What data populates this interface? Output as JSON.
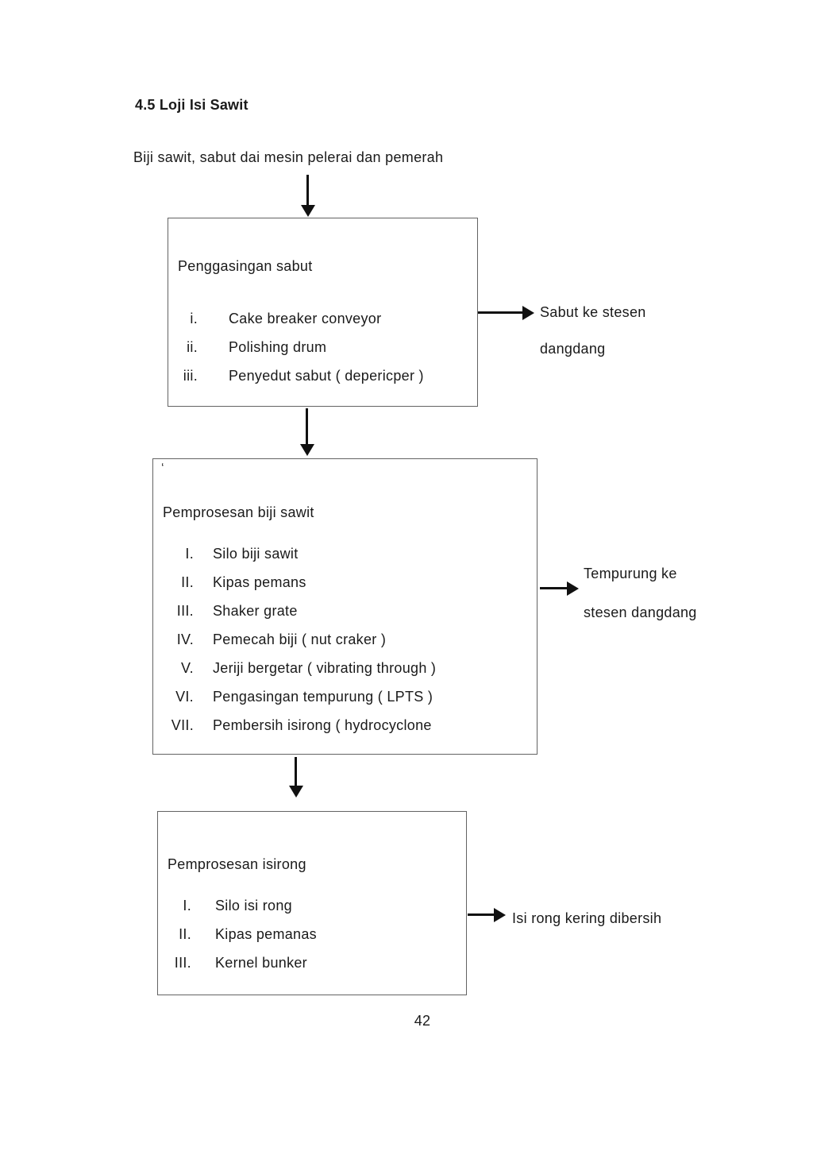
{
  "page": {
    "heading": "4.5 Loji Isi Sawit",
    "intro": "Biji sawit, sabut dai mesin pelerai dan pemerah",
    "page_number": "42"
  },
  "colors": {
    "text": "#1a1a1a",
    "box_border": "#636363",
    "arrow": "#111111",
    "background": "#ffffff"
  },
  "box1": {
    "title": "Penggasingan sabut",
    "items": [
      {
        "num": "i.",
        "text": "Cake breaker conveyor"
      },
      {
        "num": "ii.",
        "text": "Polishing drum"
      },
      {
        "num": "iii.",
        "text": "Penyedut sabut ( depericper )"
      }
    ],
    "side_note": {
      "line1": "Sabut ke stesen",
      "line2": "dangdang"
    }
  },
  "box2": {
    "stray_mark": "‘",
    "title": "Pemprosesan biji sawit",
    "items": [
      {
        "num": "I.",
        "text": "Silo biji sawit"
      },
      {
        "num": "II.",
        "text": "Kipas pemans"
      },
      {
        "num": "III.",
        "text": "Shaker grate"
      },
      {
        "num": "IV.",
        "text": "Pemecah biji ( nut craker )"
      },
      {
        "num": "V.",
        "text": "Jeriji bergetar ( vibrating through )"
      },
      {
        "num": "VI.",
        "text": "Pengasingan tempurung ( LPTS )"
      },
      {
        "num": "VII.",
        "text": "Pembersih isirong ( hydrocyclone"
      }
    ],
    "side_note": {
      "line1": "Tempurung ke",
      "line2": "stesen dangdang"
    }
  },
  "box3": {
    "title": "Pemprosesan isirong",
    "items": [
      {
        "num": "I.",
        "text": "Silo isi rong"
      },
      {
        "num": "II.",
        "text": "Kipas pemanas"
      },
      {
        "num": "III.",
        "text": "Kernel bunker"
      }
    ],
    "side_note": {
      "line1": "Isi rong kering dibersih"
    }
  }
}
